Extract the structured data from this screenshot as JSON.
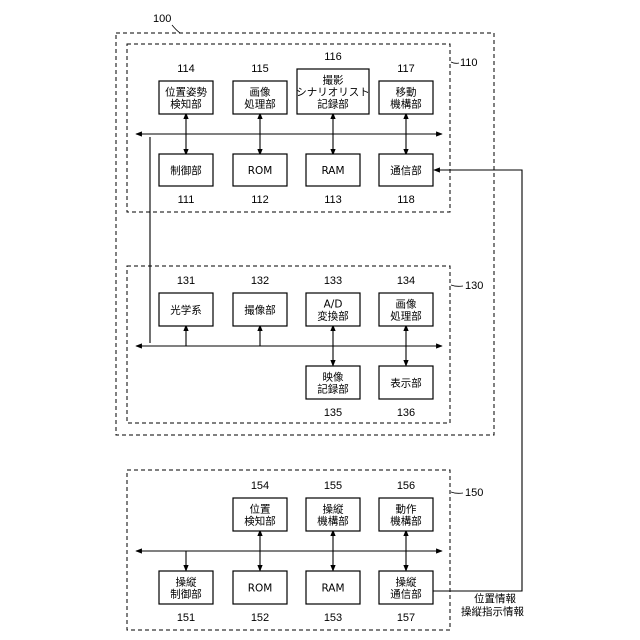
{
  "figure": {
    "outer_ref": "100",
    "groups": [
      {
        "ref": "110"
      },
      {
        "ref": "130"
      },
      {
        "ref": "150"
      }
    ],
    "blocks": {
      "b114": {
        "ref": "114",
        "lines": [
          "位置姿勢",
          "検知部"
        ]
      },
      "b115": {
        "ref": "115",
        "lines": [
          "画像",
          "処理部"
        ]
      },
      "b116": {
        "ref": "116",
        "lines": [
          "撮影",
          "シナリオリスト",
          "記録部"
        ]
      },
      "b117": {
        "ref": "117",
        "lines": [
          "移動",
          "機構部"
        ]
      },
      "b111": {
        "ref": "111",
        "lines": [
          "制御部"
        ]
      },
      "b112": {
        "ref": "112",
        "lines": [
          "ROM"
        ]
      },
      "b113": {
        "ref": "113",
        "lines": [
          "RAM"
        ]
      },
      "b118": {
        "ref": "118",
        "lines": [
          "通信部"
        ]
      },
      "b131": {
        "ref": "131",
        "lines": [
          "光学系"
        ]
      },
      "b132": {
        "ref": "132",
        "lines": [
          "撮像部"
        ]
      },
      "b133": {
        "ref": "133",
        "lines": [
          "A/D",
          "変換部"
        ]
      },
      "b134": {
        "ref": "134",
        "lines": [
          "画像",
          "処理部"
        ]
      },
      "b135": {
        "ref": "135",
        "lines": [
          "映像",
          "記録部"
        ]
      },
      "b136": {
        "ref": "136",
        "lines": [
          "表示部"
        ]
      },
      "b154": {
        "ref": "154",
        "lines": [
          "位置",
          "検知部"
        ]
      },
      "b155": {
        "ref": "155",
        "lines": [
          "操縦",
          "機構部"
        ]
      },
      "b156": {
        "ref": "156",
        "lines": [
          "動作",
          "機構部"
        ]
      },
      "b151": {
        "ref": "151",
        "lines": [
          "操縦",
          "制御部"
        ]
      },
      "b152": {
        "ref": "152",
        "lines": [
          "ROM"
        ]
      },
      "b153": {
        "ref": "153",
        "lines": [
          "RAM"
        ]
      },
      "b157": {
        "ref": "157",
        "lines": [
          "操縦",
          "通信部"
        ]
      }
    },
    "link_labels": [
      "位置情報",
      "操縦指示情報"
    ]
  }
}
